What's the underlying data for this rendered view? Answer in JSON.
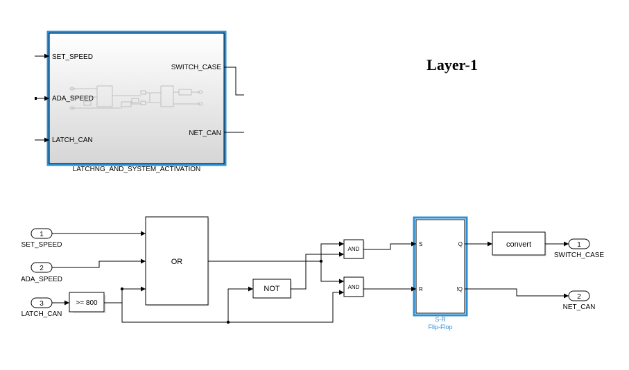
{
  "title": "Layer-1",
  "subsystem": {
    "name": "LATCHNG_AND_SYSTEM_ACTIVATION",
    "inputs": [
      "SET_SPEED",
      "ADA_SPEED",
      "LATCH_CAN"
    ],
    "outputs": [
      "SWITCH_CASE",
      "NET_CAN"
    ]
  },
  "inports": [
    {
      "num": "1",
      "label": "SET_SPEED"
    },
    {
      "num": "2",
      "label": "ADA_SPEED"
    },
    {
      "num": "3",
      "label": "LATCH_CAN"
    }
  ],
  "blocks": {
    "compare": ">= 800",
    "or": "OR",
    "not": "NOT",
    "and1": "AND",
    "and2": "AND",
    "convert": "convert"
  },
  "flipflop": {
    "port_s": "S",
    "port_r": "R",
    "port_q": "Q",
    "port_nq": "!Q",
    "name_line1": "S-R",
    "name_line2": "Flip-Flop"
  },
  "outports": [
    {
      "num": "1",
      "label": "SWITCH_CASE"
    },
    {
      "num": "2",
      "label": "NET_CAN"
    }
  ],
  "colors": {
    "selection_highlight": "#2b8fd6",
    "subsystem_gradient_top": "#ffffff",
    "subsystem_gradient_bottom": "#d6d6d6"
  }
}
